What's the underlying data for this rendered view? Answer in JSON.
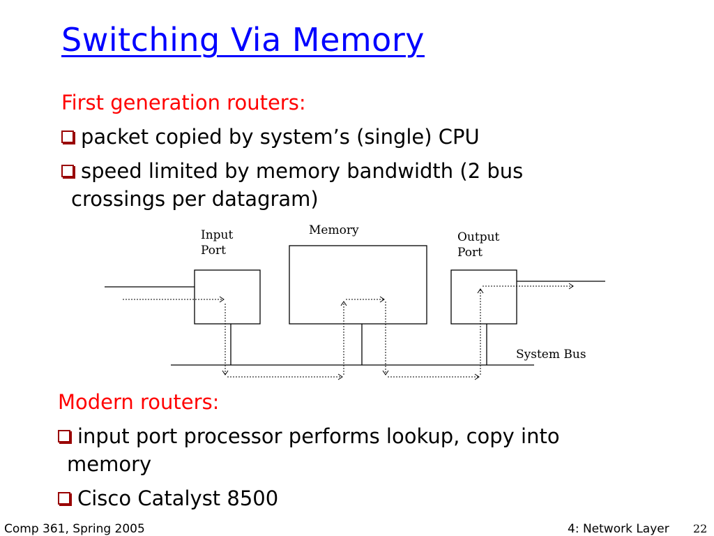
{
  "slide": {
    "title": "Switching Via Memory",
    "section1": {
      "heading": "First generation routers:",
      "bullets": [
        "packet copied by system’s (single) CPU",
        "speed limited by memory bandwidth (2 bus",
        "crossings per datagram)"
      ]
    },
    "diagram": {
      "input_port_line1": "Input",
      "input_port_line2": "Port",
      "memory": "Memory",
      "output_port_line1": "Output",
      "output_port_line2": "Port",
      "system_bus": "System Bus"
    },
    "section2": {
      "heading": "Modern routers:",
      "bullets": [
        "input port processor performs lookup, copy into",
        "memory",
        "Cisco Catalyst 8500"
      ]
    },
    "footer": {
      "left": "Comp 361, Spring 2005",
      "right": "4: Network Layer",
      "page": "22"
    }
  },
  "colors": {
    "title": "#0000ff",
    "heading": "#ff0000",
    "bullet_box": "#990000"
  }
}
